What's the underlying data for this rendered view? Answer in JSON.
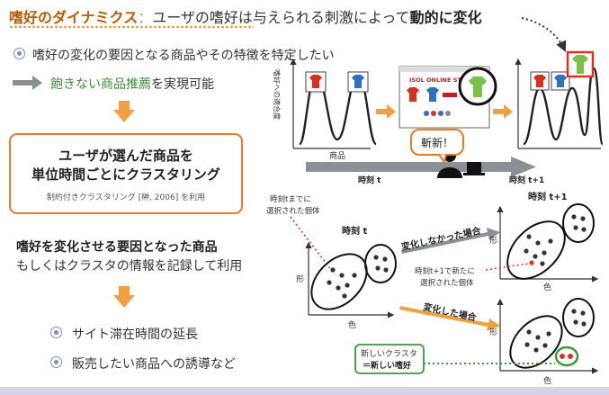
{
  "title": {
    "main": "嗜好のダイナミクス",
    "sep": "：",
    "rest": "ユーザの嗜好は与えられる刺激によって",
    "strong": "動的に変化"
  },
  "left": {
    "bullet1": "嗜好の変化の要因となる商品やその特徴を特定したい",
    "arrow_text_green": "飽きない商品推薦",
    "arrow_text_rest": "を実現可能",
    "box_line1": "ユーザが選んだ商品を",
    "box_line2": "単位時間ごとにクラスタリング",
    "box_note": "制約付きクラスタリング [榊, 2006] を利用",
    "factor_title": "嗜好を変化させる要因となった商品",
    "factor_sub": "もしくはクラスタの情報を記録して利用",
    "bullet2": "サイト滞在時間の延長",
    "bullet3": "販売したい商品への誘導など"
  },
  "top_diagram": {
    "ylabel": "嗜好への適合度",
    "xlabel": "商品",
    "t_label": "時刻 t",
    "t1_label": "時刻 t+1",
    "bubble": "斬新！",
    "store_title": "ISOL ONLINE STORE"
  },
  "bottom_diagram": {
    "note_selected_until_t_1": "時刻tまでに",
    "note_selected_until_t_2": "選択された個体",
    "time_t": "時刻 t",
    "time_t1": "時刻 t+1",
    "no_change": "変化しなかった場合",
    "changed": "変化した場合",
    "new_selected_1": "時刻t+1で新たに",
    "new_selected_2": "選択された個体",
    "axis_shape": "形",
    "axis_color": "色",
    "new_cluster_1": "新しいクラスタ",
    "new_cluster_2": "＝新しい嗜好"
  },
  "colors": {
    "accent_orange": "#e8782a",
    "arrow_orange": "#f0a040",
    "green_text": "#3f8f3a",
    "red_dot": "#e03020",
    "green_dot": "#3a9a3a"
  }
}
